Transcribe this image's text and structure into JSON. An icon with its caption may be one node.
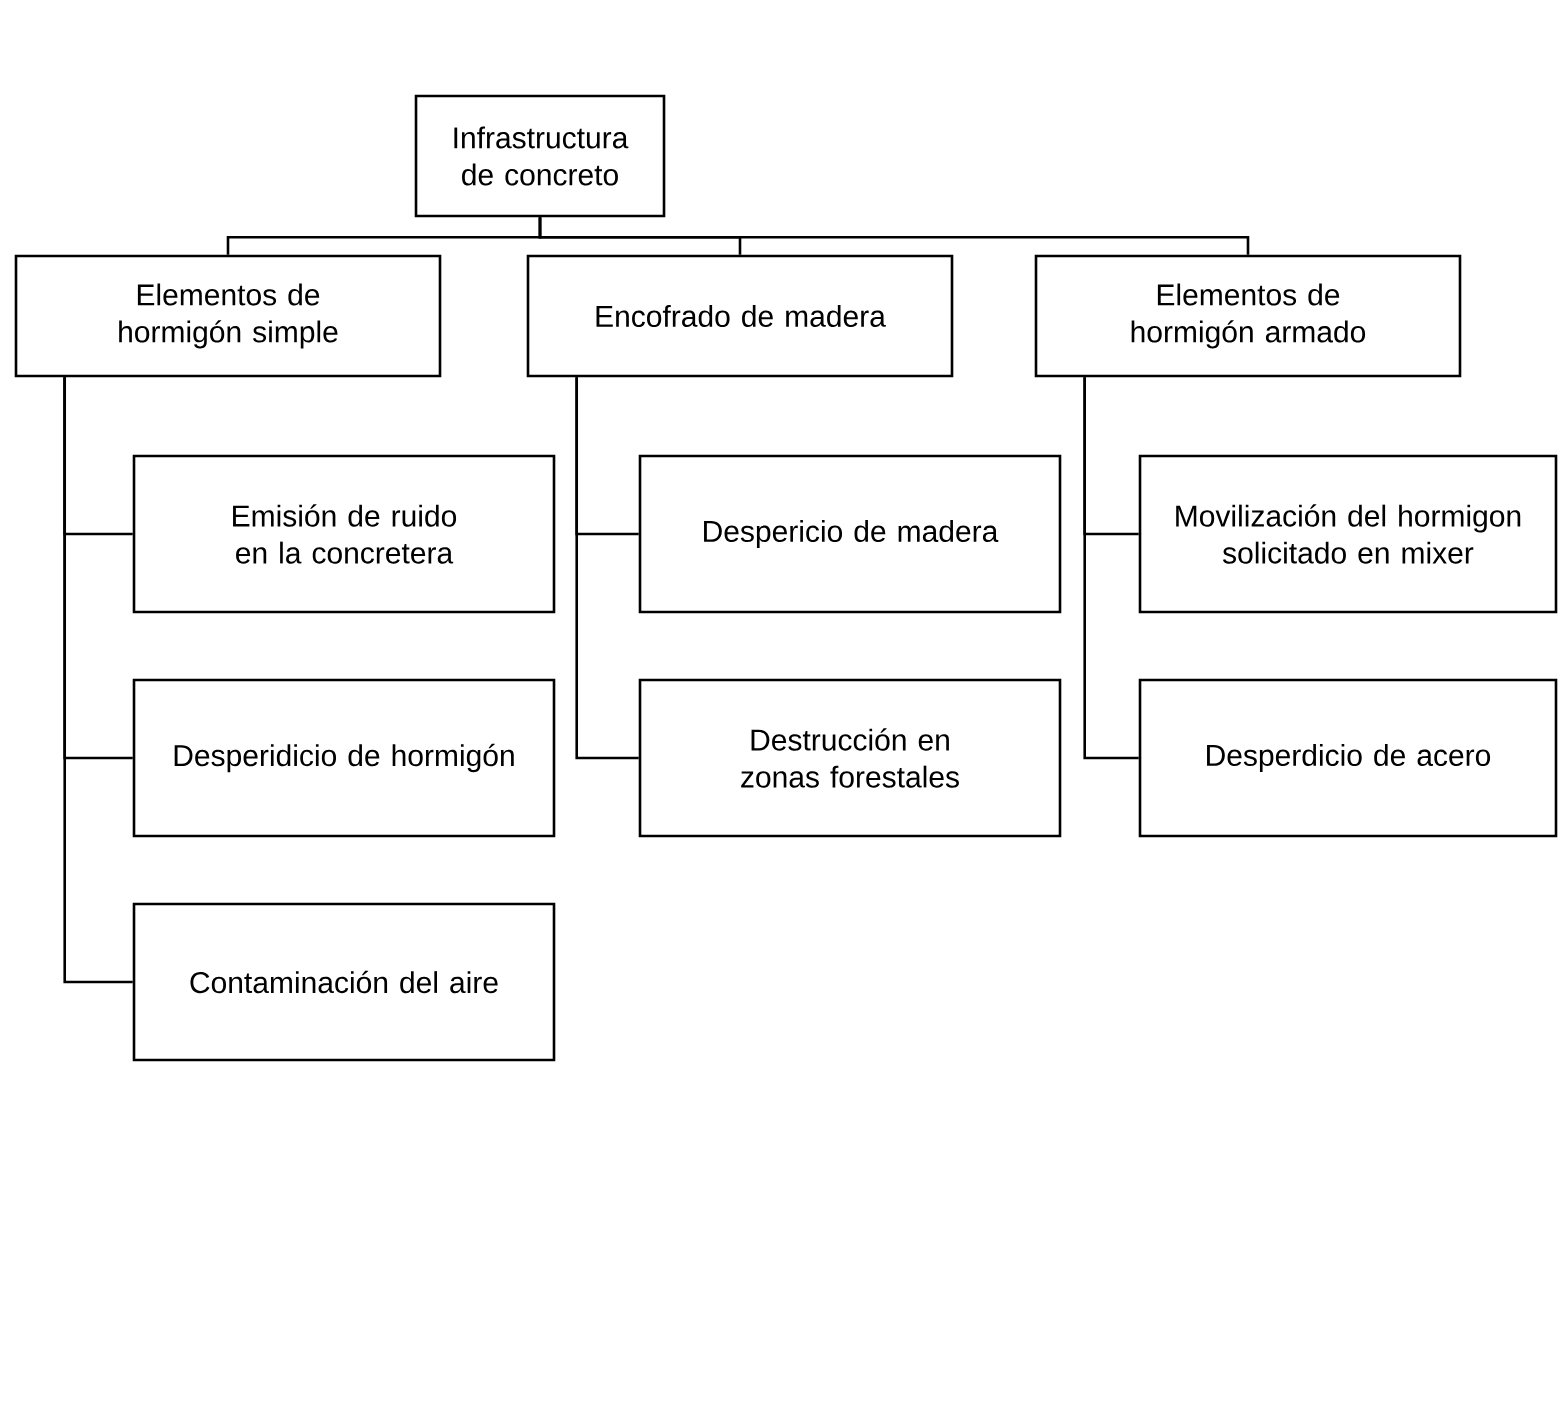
{
  "diagram": {
    "nodes": [
      {
        "text": [
          "Infrastructura de concreto"
        ]
      },
      {
        "text": [
          "Elementos de hormigón simple"
        ]
      },
      {
        "text": [
          "Encofrado de madera"
        ]
      },
      {
        "text": [
          "Elementos de hormigón armado"
        ]
      },
      {
        "text": [
          "Emisión de ruido en la concretera"
        ]
      },
      {
        "text": [
          "Desperidicio de hormigón"
        ]
      },
      {
        "text": [
          "Contaminación del aire"
        ]
      },
      {
        "text": [
          "Despericio de madera"
        ]
      },
      {
        "text": [
          "Destrucción en zonas forestales"
        ]
      },
      {
        "text": [
          "Movilización del hormigon solicitado en mixer"
        ]
      },
      {
        "text": [
          "Desperdicio de acero"
        ]
      }
    ],
    "edges": [
      {
        "from": 0,
        "to": 1,
        "arrow": "none"
      },
      {
        "from": 0,
        "to": 2,
        "arrow": "none"
      },
      {
        "from": 0,
        "to": 3,
        "arrow": "none"
      },
      {
        "from": 1,
        "to": 4,
        "arrow": "none"
      },
      {
        "from": 1,
        "to": 5,
        "arrow": "none"
      },
      {
        "from": 1,
        "to": 6,
        "arrow": "none"
      },
      {
        "from": 2,
        "to": 7,
        "arrow": "none"
      },
      {
        "from": 2,
        "to": 8,
        "arrow": "none"
      },
      {
        "from": 3,
        "to": 9,
        "arrow": "none"
      },
      {
        "from": 3,
        "to": 10,
        "arrow": "none"
      }
    ]
  }
}
